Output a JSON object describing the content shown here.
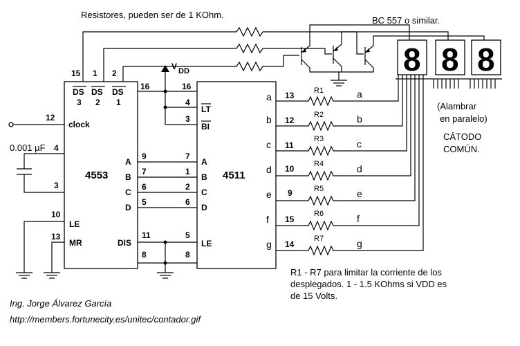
{
  "top_note": "Resistores, pueden ser de 1 KOhm.",
  "transistor_note": "BC 557  o similar.",
  "vdd": "V",
  "vdd_sub": "DD",
  "chip1": {
    "name": "4553",
    "top_pins": [
      "15",
      "1",
      "2"
    ],
    "ds": "DS",
    "ds_nums": [
      "3",
      "2",
      "1"
    ],
    "pin16": "16",
    "clock_pin": "12",
    "clock_label": "clock",
    "cap_label": "0.001 µF",
    "cap_pins": [
      "4",
      "3"
    ],
    "le_pin": "10",
    "le_label": "LE",
    "mr_pin": "13",
    "mr_label": "MR",
    "outputs": [
      {
        "label": "A",
        "pin": "9"
      },
      {
        "label": "B",
        "pin": "7"
      },
      {
        "label": "C",
        "pin": "6"
      },
      {
        "label": "D",
        "pin": "5"
      }
    ],
    "dis_label": "DIS",
    "dis_pin": "11",
    "gnd_pin": "8"
  },
  "chip2": {
    "name": "4511",
    "pin16": "16",
    "lt_pin": "4",
    "lt_label": "LT",
    "bi_pin": "3",
    "bi_label": "BI",
    "inputs": [
      {
        "label": "A",
        "pin": "7"
      },
      {
        "label": "B",
        "pin": "1"
      },
      {
        "label": "C",
        "pin": "2"
      },
      {
        "label": "D",
        "pin": "6"
      }
    ],
    "le_pin": "5",
    "le_label": "LE",
    "gnd_pin": "8",
    "segments": [
      {
        "name": "a",
        "pin": "13",
        "res": "R1"
      },
      {
        "name": "b",
        "pin": "12",
        "res": "R2"
      },
      {
        "name": "c",
        "pin": "11",
        "res": "R3"
      },
      {
        "name": "d",
        "pin": "10",
        "res": "R4"
      },
      {
        "name": "e",
        "pin": "9",
        "res": "R5"
      },
      {
        "name": "f",
        "pin": "15",
        "res": "R6"
      },
      {
        "name": "g",
        "pin": "14",
        "res": "R7"
      }
    ]
  },
  "display_digit": "8",
  "display_note_1": "(Alambrar",
  "display_note_2": "en paralelo)",
  "cathode_1": "CÁTODO",
  "cathode_2": "COMÚN.",
  "res_note_1": "R1 - R7 para limitar la corriente de los",
  "res_note_2": "desplegados. 1 - 1.5 KOhms si  VDD es",
  "res_note_3": "de 15 Volts.",
  "credit_author": "Ing. Jorge Álvarez García",
  "credit_url": "http://members.fortunecity.es/unitec/contador.gif"
}
